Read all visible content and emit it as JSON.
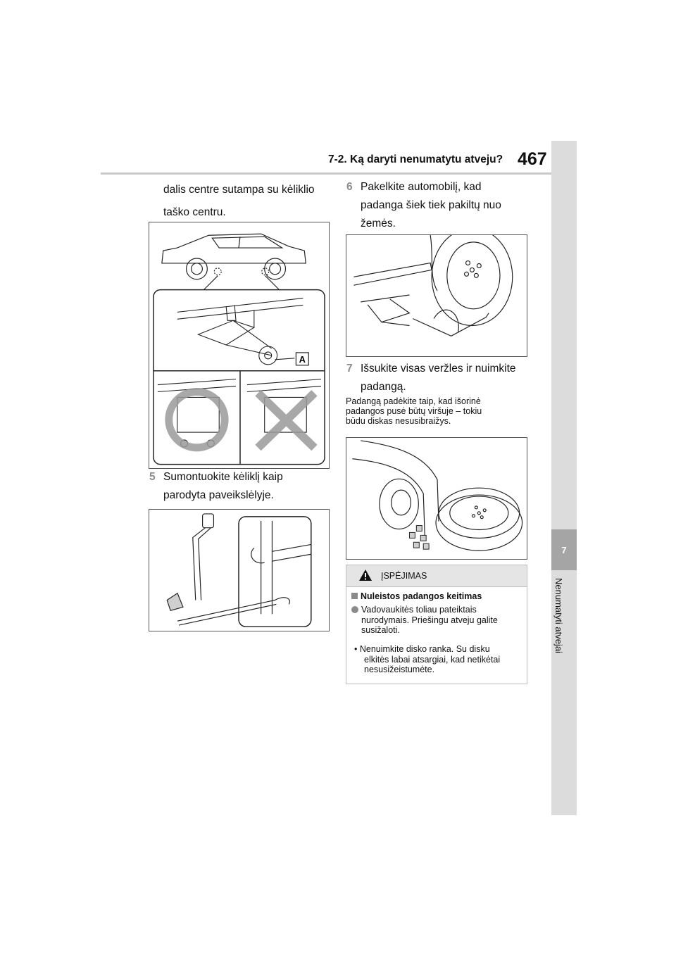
{
  "header": {
    "section_title": "7-2. Ką daryti nenumatytu atveju?",
    "page_number": "467"
  },
  "side_tab": {
    "chapter": "7",
    "label": "Nenumatyti atvejai"
  },
  "left_column": {
    "continued_text_line1": "dalis centre sutampa su kėliklio",
    "continued_text_line2": "taško centru.",
    "figure1_label": "A",
    "step5": {
      "number": "5",
      "line1": "Sumontuokite kėliklį kaip",
      "line2": "parodyta paveikslėlyje."
    }
  },
  "right_column": {
    "step6": {
      "number": "6",
      "line1": "Pakelkite automobilį, kad",
      "line2": "padanga šiek tiek pakiltų nuo",
      "line3": "žemės."
    },
    "step7": {
      "number": "7",
      "line1": "Išsukite visas veržles ir nuimkite",
      "line2": "padangą."
    },
    "note_line1": "Padangą padėkite taip, kad išorinė",
    "note_line2": "padangos pusė būtų viršuje – tokiu",
    "note_line3": "būdu diskas nesusibraižys.",
    "warning": {
      "title": "ĮSPĖJIMAS",
      "subtitle": "Nuleistos padangos keitimas",
      "item1_line1": "Vadovaukitės toliau pateiktais",
      "item1_line2": "nurodymais. Priešingu atveju galite",
      "item1_line3": "susižaloti.",
      "item2_line1": "• Nenuimkite disko ranka. Su disku",
      "item2_line2": "elkitės labai atsargiai, kad netikėtai",
      "item2_line3": "nesusižeistumėte."
    }
  },
  "colors": {
    "step_number": "#8c8c8c",
    "side_tab": "#a5a5a5",
    "warning_header": "#e5e5e5"
  }
}
